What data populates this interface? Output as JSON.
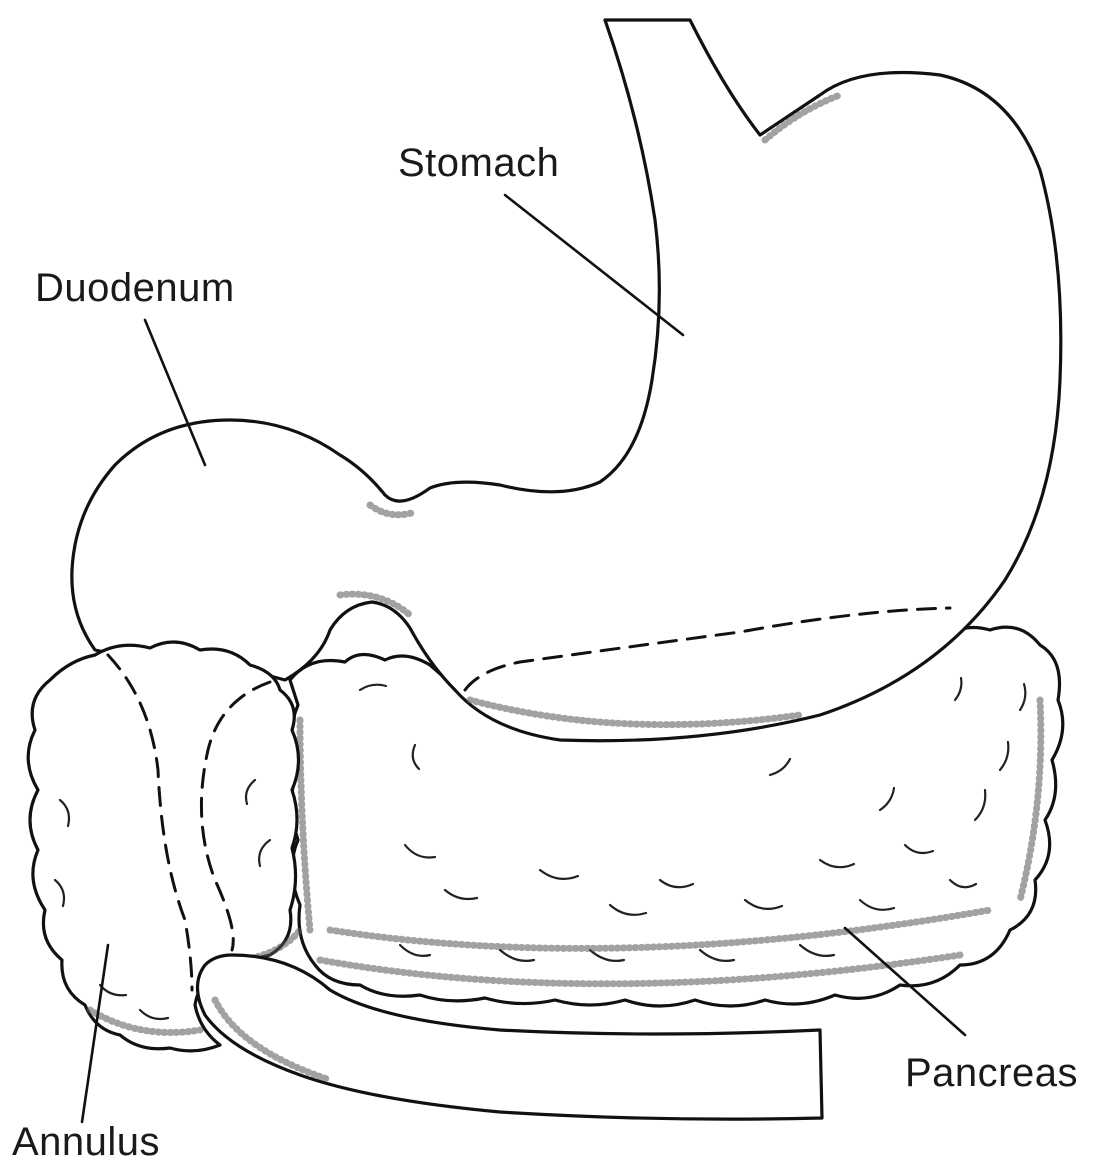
{
  "labels": {
    "stomach": "Stomach",
    "duodenum": "Duodenum",
    "pancreas": "Pancreas",
    "annulus": "Annulus"
  },
  "colors": {
    "line": "#111111",
    "background": "#ffffff"
  }
}
